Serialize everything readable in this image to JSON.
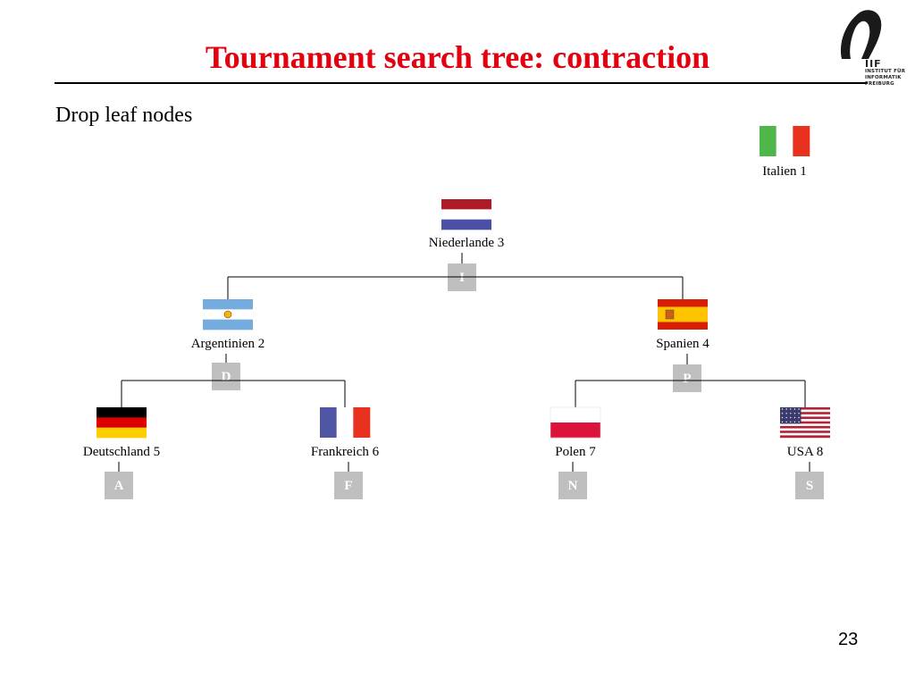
{
  "slide": {
    "title": "Tournament search tree: contraction",
    "subtitle": "Drop leaf nodes",
    "page_number": "23"
  },
  "logo": {
    "mark": "IIF",
    "lines": [
      "INSTITUT FÜR",
      "INFORMATIK",
      "FREIBURG"
    ]
  },
  "colors": {
    "title": "#e3000f",
    "key_box": "#bfbfbf",
    "edge": "#000000"
  },
  "tree": {
    "detached": {
      "id": "italien",
      "label": "Italien 1",
      "flag": "italy"
    },
    "root": {
      "id": "niederlande",
      "label": "Niederlande 3",
      "flag": "netherlands",
      "key": "I",
      "children": [
        {
          "id": "argentinien",
          "label": "Argentinien 2",
          "flag": "argentina",
          "key": "D",
          "children": [
            {
              "id": "deutschland",
              "label": "Deutschland 5",
              "flag": "germany",
              "key": "A"
            },
            {
              "id": "frankreich",
              "label": "Frankreich 6",
              "flag": "france",
              "key": "F"
            }
          ]
        },
        {
          "id": "spanien",
          "label": "Spanien 4",
          "flag": "spain",
          "key": "P",
          "children": [
            {
              "id": "polen",
              "label": "Polen 7",
              "flag": "poland",
              "key": "N"
            },
            {
              "id": "usa",
              "label": "USA 8",
              "flag": "usa",
              "key": "S"
            }
          ]
        }
      ]
    }
  }
}
